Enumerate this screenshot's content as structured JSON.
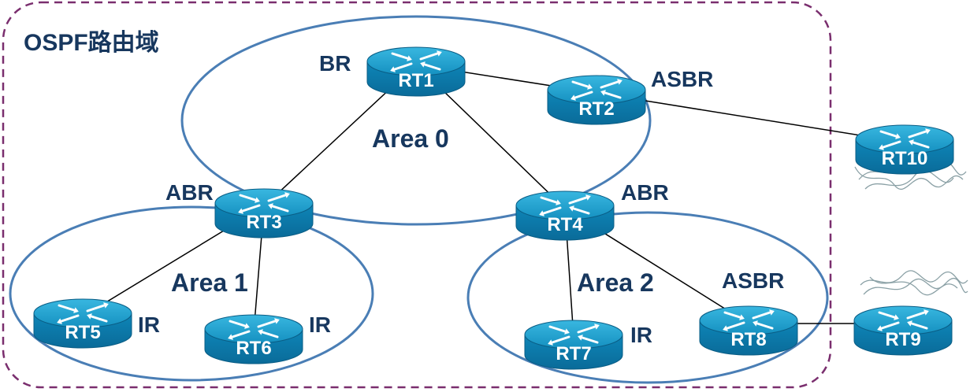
{
  "domain_title": "OSPF路由域",
  "areas": [
    {
      "id": "area0",
      "label": "Area 0"
    },
    {
      "id": "area1",
      "label": "Area 1"
    },
    {
      "id": "area2",
      "label": "Area 2"
    }
  ],
  "routers": [
    {
      "id": "rt1",
      "label": "RT1",
      "role": "BR"
    },
    {
      "id": "rt2",
      "label": "RT2",
      "role": "ASBR"
    },
    {
      "id": "rt3",
      "label": "RT3",
      "role": "ABR"
    },
    {
      "id": "rt4",
      "label": "RT4",
      "role": "ABR"
    },
    {
      "id": "rt5",
      "label": "RT5",
      "role": "IR"
    },
    {
      "id": "rt6",
      "label": "RT6",
      "role": "IR"
    },
    {
      "id": "rt7",
      "label": "RT7",
      "role": "IR"
    },
    {
      "id": "rt8",
      "label": "RT8",
      "role": "ASBR"
    },
    {
      "id": "rt9",
      "label": "RT9",
      "role": ""
    },
    {
      "id": "rt10",
      "label": "RT10",
      "role": ""
    }
  ],
  "links": [
    [
      "rt1",
      "rt2"
    ],
    [
      "rt1",
      "rt3"
    ],
    [
      "rt1",
      "rt4"
    ],
    [
      "rt2",
      "rt10"
    ],
    [
      "rt3",
      "rt5"
    ],
    [
      "rt3",
      "rt6"
    ],
    [
      "rt4",
      "rt7"
    ],
    [
      "rt4",
      "rt8"
    ],
    [
      "rt8",
      "rt9"
    ]
  ],
  "colors": {
    "text": "#17375e",
    "area_stroke": "#4a7eb5",
    "domain_stroke": "#7a2e6e",
    "router_top": "#1a9cc8",
    "router_side": "#0a79a8",
    "link": "#000000"
  },
  "icons": {
    "router": "router-icon",
    "external_network": "cloud-network-icon"
  }
}
